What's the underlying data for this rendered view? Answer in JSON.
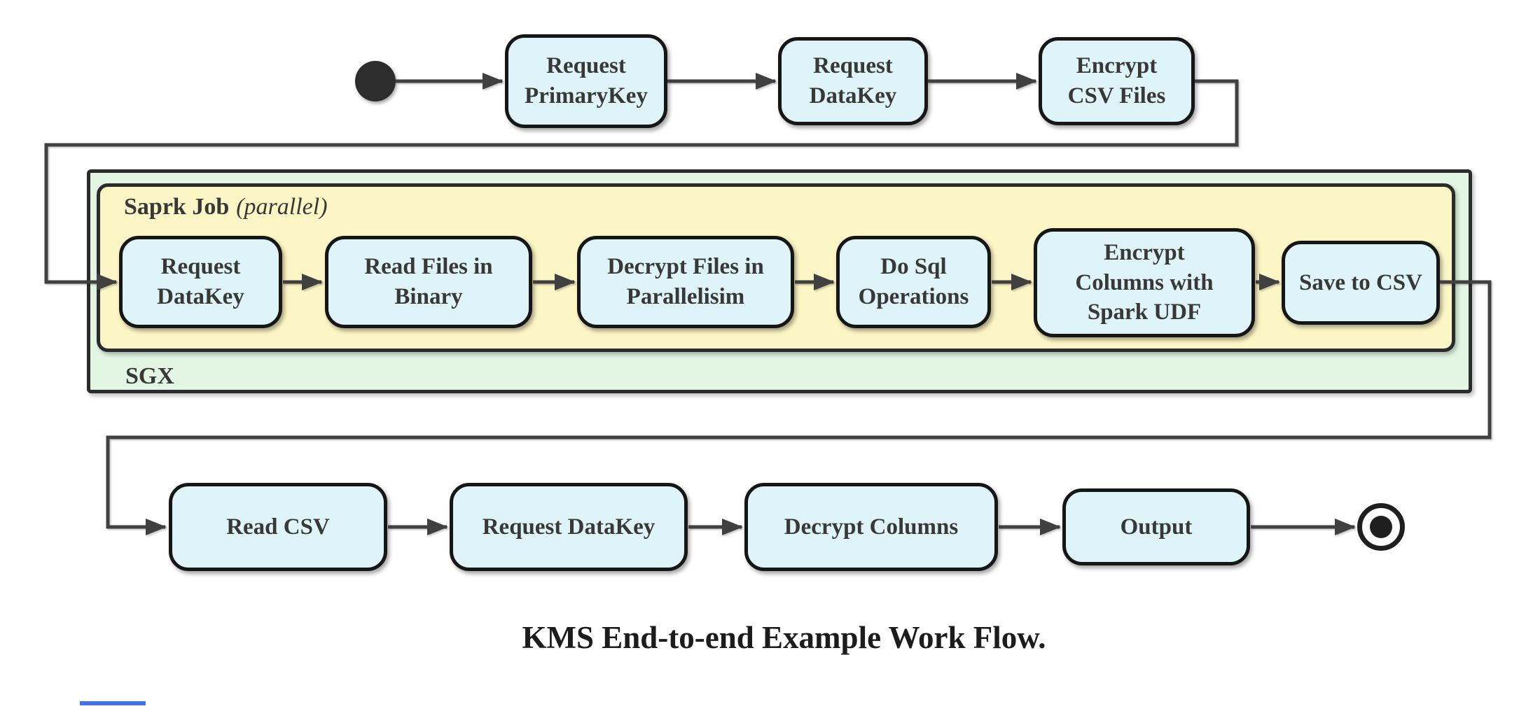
{
  "title": {
    "text": "KMS End-to-end Example Work Flow."
  },
  "containers": {
    "spark": {
      "label_bold": "Saprk Job",
      "label_italic": "(parallel)"
    },
    "sgx": {
      "label": "SGX"
    }
  },
  "nodes": {
    "top_request_primarykey": {
      "label": "Request\nPrimaryKey"
    },
    "top_request_datakey": {
      "label": "Request\nDataKey"
    },
    "top_encrypt_csv_files": {
      "label": "Encrypt\nCSV Files"
    },
    "mid_request_datakey": {
      "label": "Request\nDataKey"
    },
    "mid_read_files_in_binary": {
      "label": "Read Files in\nBinary"
    },
    "mid_decrypt_files_in_parallelisim": {
      "label": "Decrypt Files in\nParallelisim"
    },
    "mid_do_sql_operations": {
      "label": "Do Sql\nOperations"
    },
    "mid_encrypt_columns_with_spark_udf": {
      "label": "Encrypt\nColumns with\nSpark UDF"
    },
    "mid_save_to_csv": {
      "label": "Save to CSV"
    },
    "bot_read_csv": {
      "label": "Read CSV"
    },
    "bot_request_datakey": {
      "label": "Request DataKey"
    },
    "bot_decrypt_columns": {
      "label": "Decrypt Columns"
    },
    "bot_output": {
      "label": "Output"
    }
  },
  "colors": {
    "node_fill": "#DFF4F9",
    "node_border": "#161616",
    "container_border": "#2b2b2b",
    "spark_fill": "#FCF5C5",
    "sgx_fill": "#E2F6E3",
    "edge": "#404040",
    "text": "#383838",
    "title": "#1c1c1c",
    "accent_line": "#4472E8"
  }
}
